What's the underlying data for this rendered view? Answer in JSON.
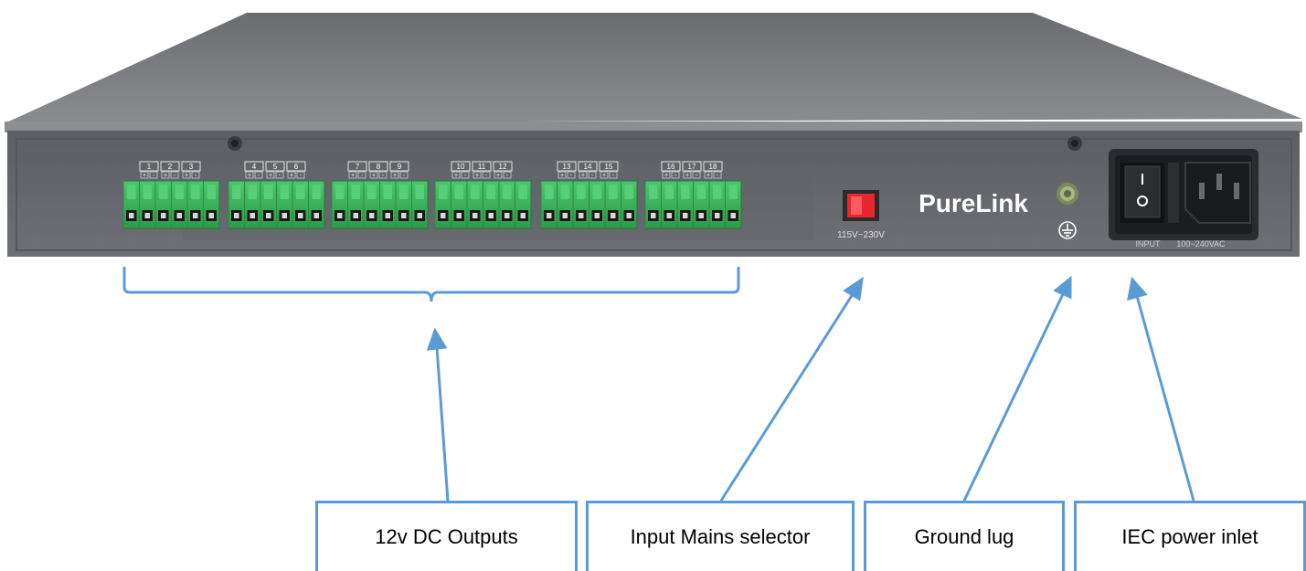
{
  "device": {
    "brand_logo": "PureLink",
    "voltage_label": "115V~230V",
    "input_label": "INPUT",
    "input_rating": "100~240VAC",
    "output_terminal_numbers": [
      "1",
      "2",
      "3",
      "4",
      "5",
      "6",
      "7",
      "8",
      "9",
      "10",
      "11",
      "12",
      "13",
      "14",
      "15",
      "16",
      "17",
      "18"
    ],
    "terminal_polarity": [
      "+",
      "-"
    ],
    "ground_symbol": "⏚"
  },
  "callouts": [
    {
      "id": "dc-outputs",
      "label": "12v DC Outputs"
    },
    {
      "id": "mains-selector",
      "label": "Input Mains selector"
    },
    {
      "id": "ground-lug",
      "label": "Ground lug"
    },
    {
      "id": "iec-inlet",
      "label": "IEC power inlet"
    }
  ],
  "colors": {
    "callout_blue": "#5b9bd5",
    "chassis_gray": "#6f7176",
    "terminal_green": "#3fae5c",
    "switch_red": "#e8262e"
  }
}
